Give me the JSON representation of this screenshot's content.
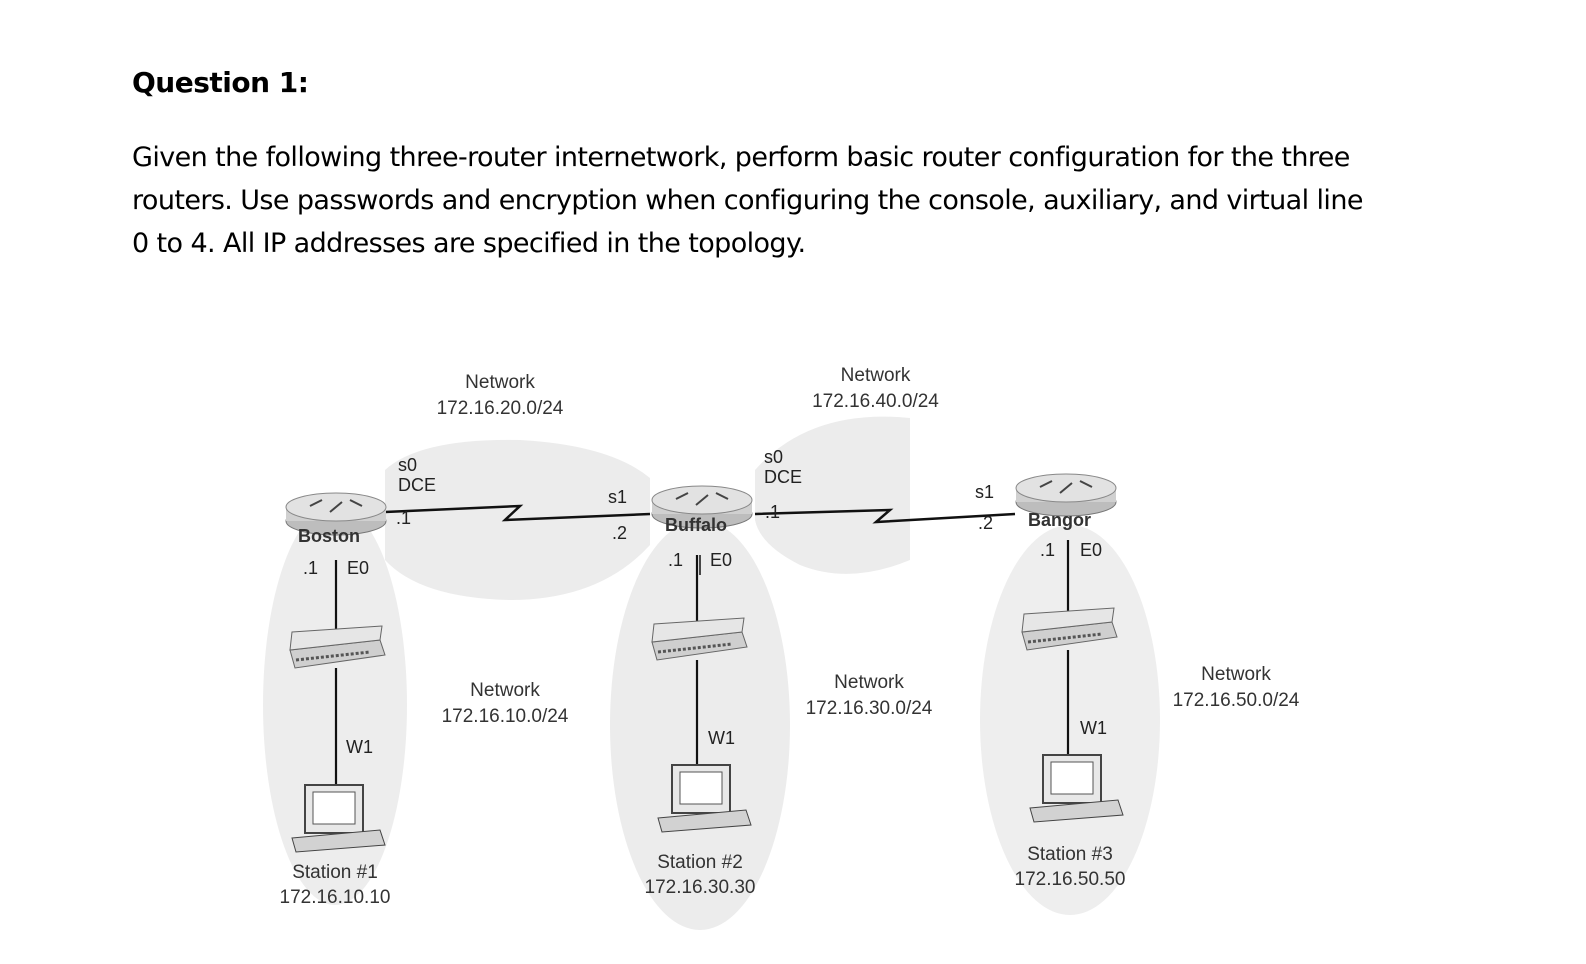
{
  "question": {
    "heading": "Question 1:",
    "line1": "Given the following three-router internetwork, perform basic router configuration for the three",
    "line2": "routers. Use passwords and encryption when configuring the console, auxiliary, and virtual line",
    "line3": "0 to 4. All IP addresses are specified in the topology."
  },
  "topology": {
    "routers": [
      {
        "name": "Boston",
        "s0": "s0",
        "dce": "DCE",
        "s0_ip": ".1",
        "e0_ip": ".1",
        "e0": "E0"
      },
      {
        "name": "Buffalo",
        "s1": "s1",
        "s1_ip": ".2",
        "s0": "s0",
        "dce": "DCE",
        "s0_ip": ".1",
        "e0_ip": ".1",
        "e0": "E0"
      },
      {
        "name": "Bangor",
        "s1": "s1",
        "s1_ip": ".2",
        "e0_ip": ".1",
        "e0": "E0"
      }
    ],
    "networks": {
      "net20": {
        "title": "Network",
        "addr": "172.16.20.0/24"
      },
      "net40": {
        "title": "Network",
        "addr": "172.16.40.0/24"
      },
      "net10": {
        "title": "Network",
        "addr": "172.16.10.0/24"
      },
      "net30": {
        "title": "Network",
        "addr": "172.16.30.0/24"
      },
      "net50": {
        "title": "Network",
        "addr": "172.16.50.0/24"
      }
    },
    "stations": [
      {
        "w": "W1",
        "name": "Station #1",
        "ip": "172.16.10.10"
      },
      {
        "w": "W1",
        "name": "Station #2",
        "ip": "172.16.30.30"
      },
      {
        "w": "W1",
        "name": "Station #3",
        "ip": "172.16.50.50"
      }
    ]
  }
}
